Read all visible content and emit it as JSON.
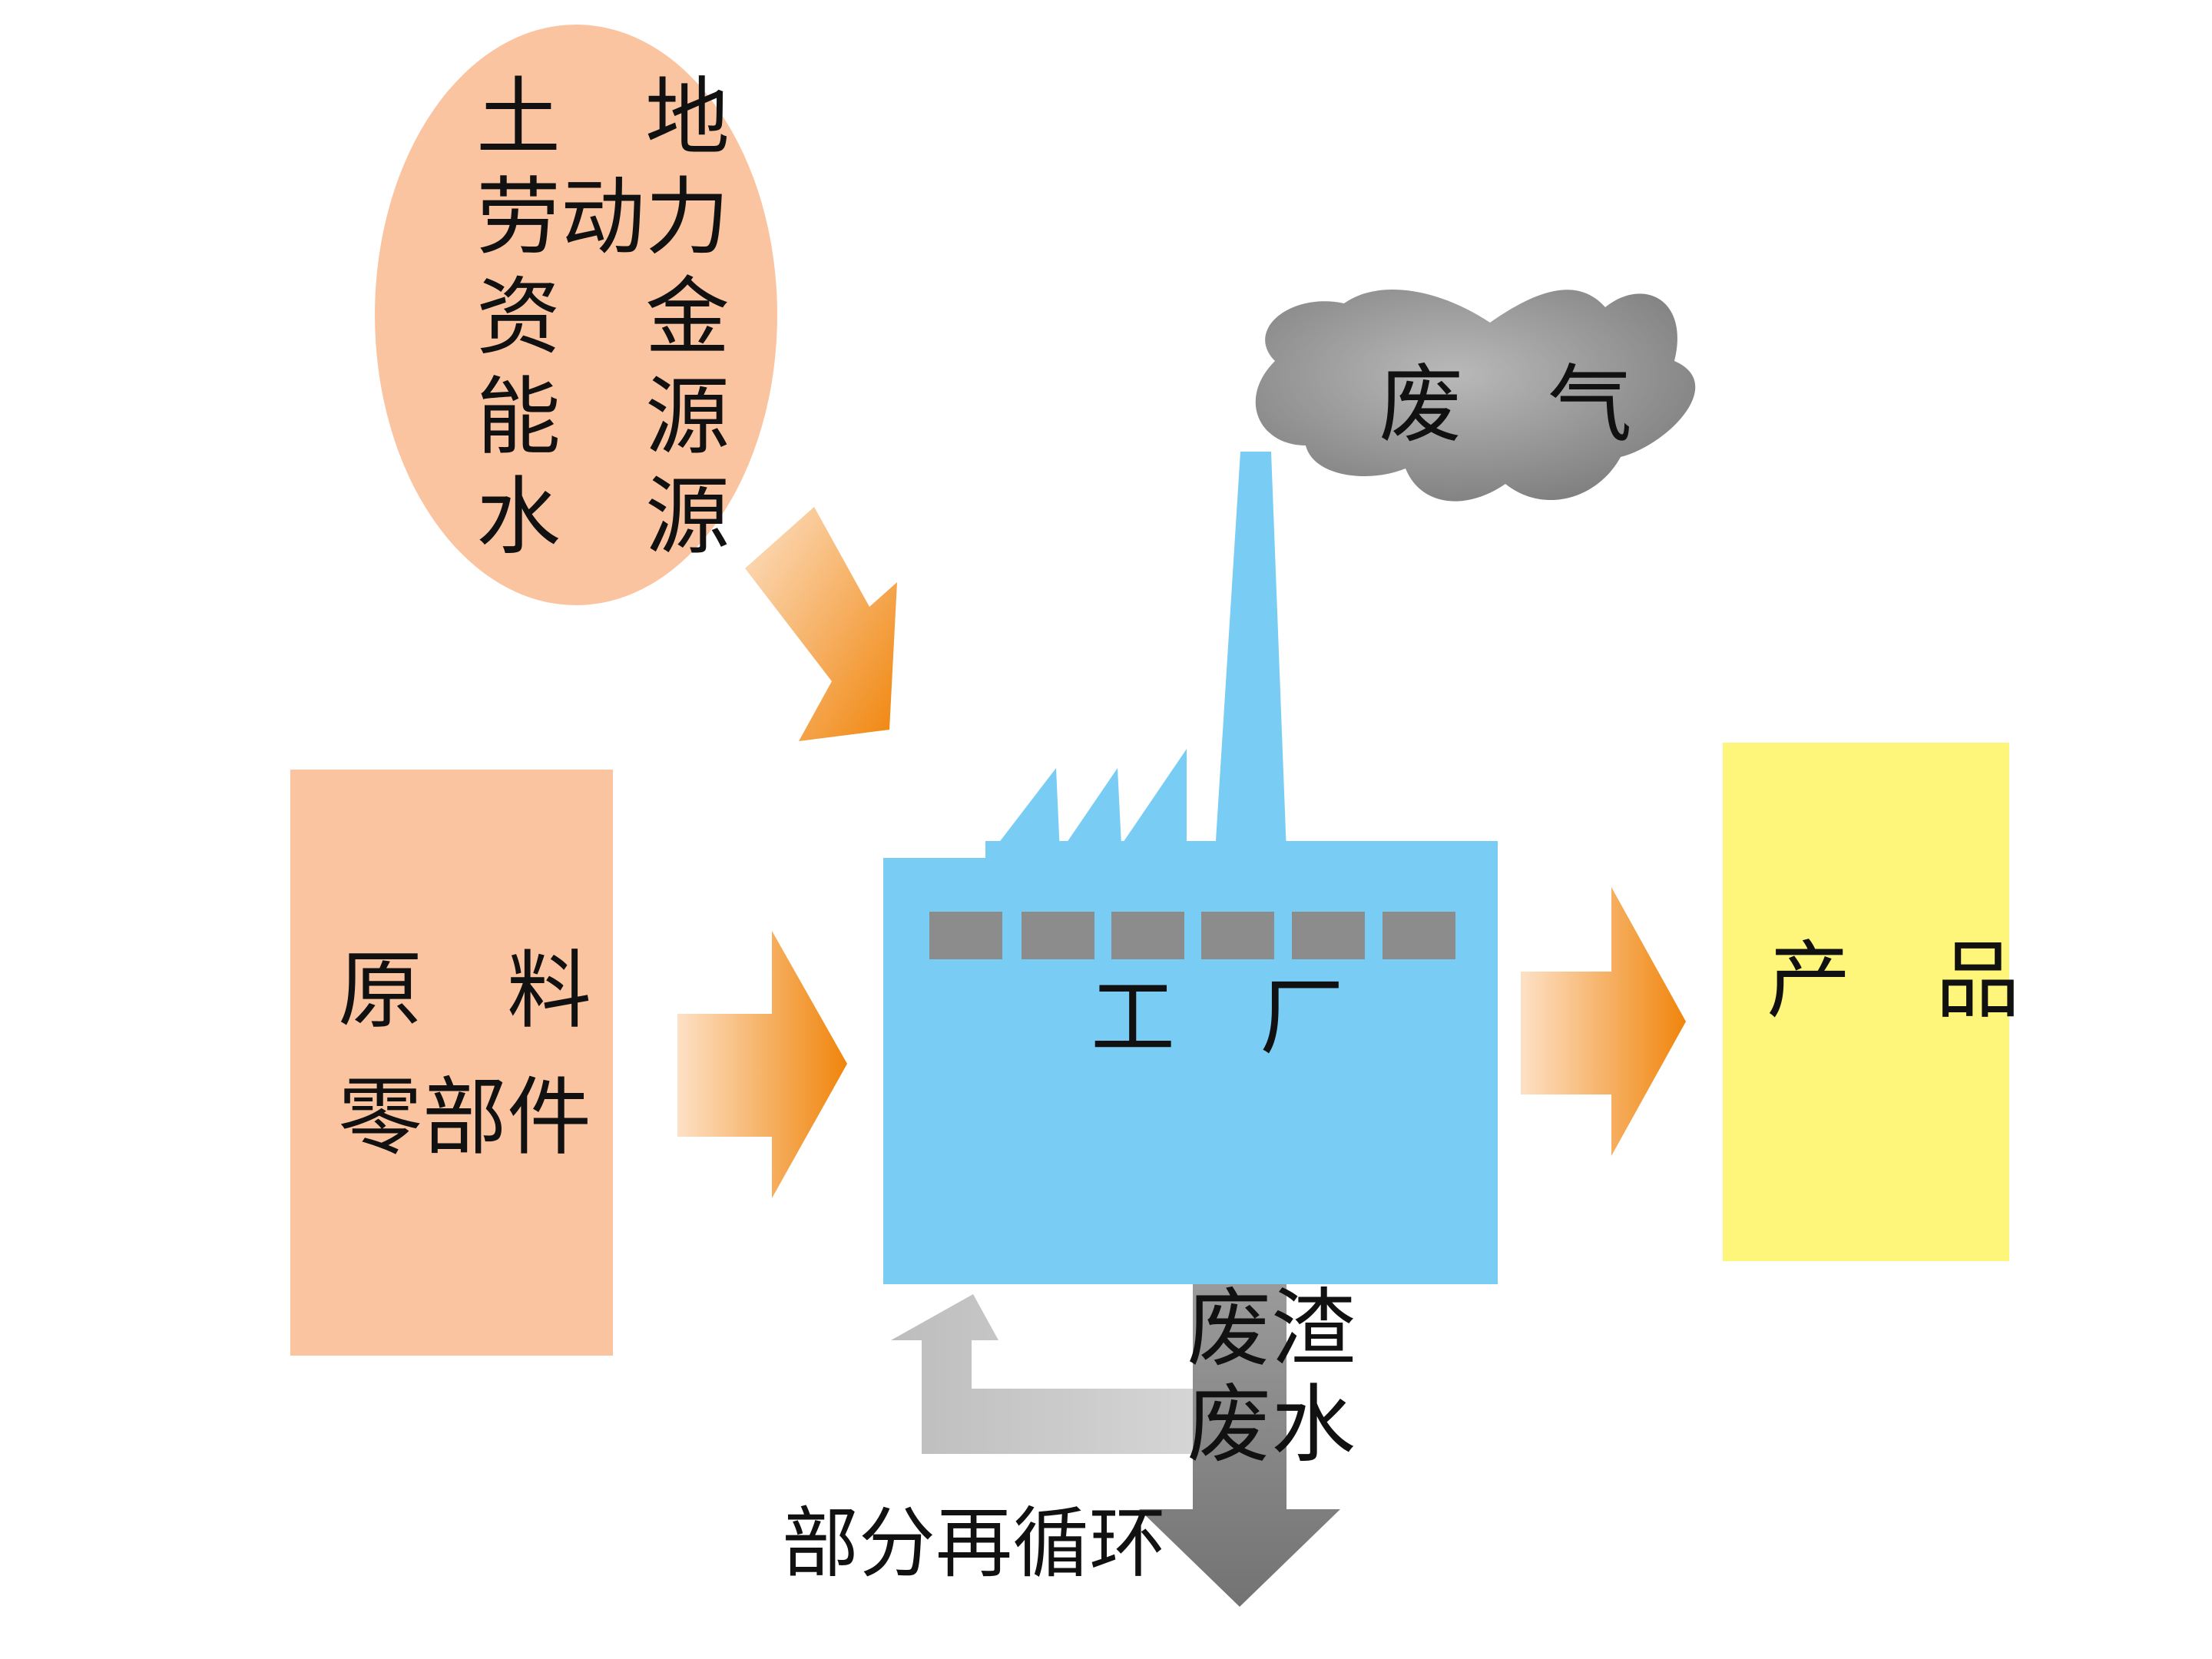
{
  "inputs_ellipse": {
    "lines": [
      "土　地",
      "劳动力",
      "资　金",
      "能　源",
      "水　源"
    ]
  },
  "raw_materials": {
    "lines": [
      "原　料",
      "零部件"
    ]
  },
  "factory": {
    "label": "工　厂"
  },
  "product": {
    "label": "产　品"
  },
  "exhaust": {
    "label": "废　气"
  },
  "waste": {
    "lines": [
      "废渣",
      "废水"
    ]
  },
  "recycle": {
    "label": "部分再循环"
  },
  "colors": {
    "ellipse": "#fbc4a0",
    "raw_box": "#fbc4a0",
    "factory": "#79cdf4",
    "windows": "#8c8c8c",
    "product": "#fef67a",
    "arrow_orange_dark": "#f0850c",
    "arrow_orange_light": "#fde1c6",
    "smoke": "#8e8e8e",
    "waste_arrow": "#8a8a8a",
    "recycle_arrow": "#c7c7c7"
  }
}
